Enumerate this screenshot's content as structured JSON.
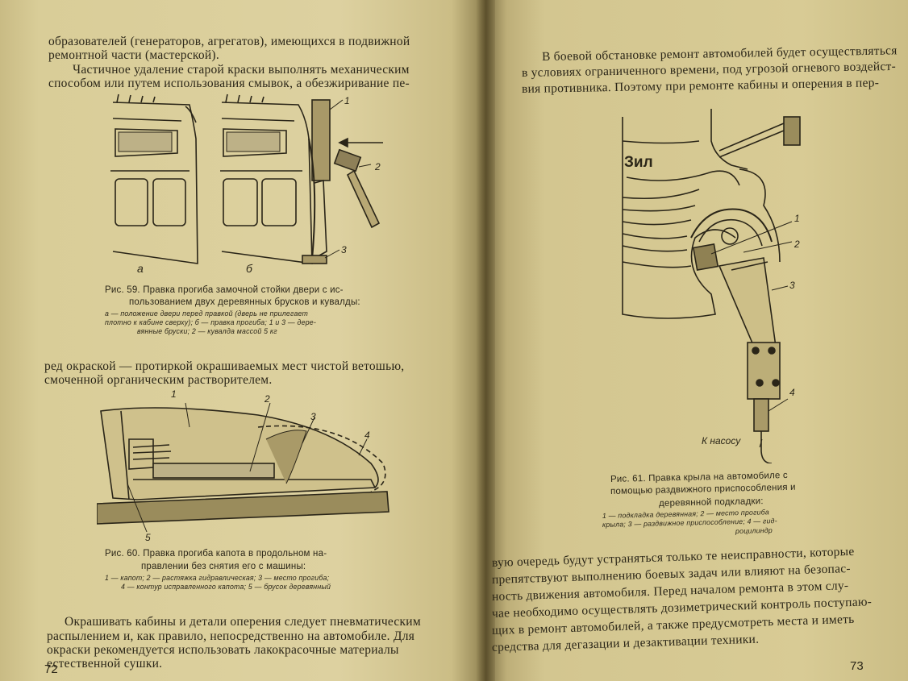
{
  "left_page": {
    "lines_top": [
      "образователей (генераторов, агрегатов), имеющихся в подвижной",
      "ремонтной части (мастерской).",
      "Частичное удаление старой краски выполнять механическим",
      "способом или путем использования смывок, а обезжиривание пе-"
    ],
    "fig59": {
      "label_a": "а",
      "label_b": "б",
      "callout_1": "1",
      "callout_2": "2",
      "callout_3": "3",
      "caption_lines": [
        "Рис. 59. Правка прогиба замочной стойки двери с ис-",
        "пользованием двух деревянных брусков и кувалды:"
      ],
      "legend_lines": [
        "а — положение двери перед правкой (дверь не прилегает",
        "плотно к кабине сверху); б — правка прогиба; 1 и 3 — дере-",
        "вянные бруски; 2 — кувалда массой 5 кг"
      ]
    },
    "lines_mid": [
      "ред окраской — протиркой окрашиваемых мест чистой ветошью,",
      "смоченной органическим растворителем."
    ],
    "fig60": {
      "callout_1": "1",
      "callout_2": "2",
      "callout_3": "3",
      "callout_4": "4",
      "callout_5": "5",
      "caption_lines": [
        "Рис. 60. Правка прогиба капота в продольном на-",
        "правлении без снятия его с машины:"
      ],
      "legend_lines": [
        "1 — капот; 2 — растяжка гидравлическая; 3 — место прогиба;",
        "4 — контур исправленного капота; 5 — брусок деревянный"
      ]
    },
    "lines_bottom": [
      "Окрашивать кабины и детали оперения следует пневматическим",
      "распылением и, как правило, непосредственно на автомобиле. Для",
      "окраски рекомендуется использовать лакокрасочные материалы",
      "естественной сушки."
    ],
    "page_number": "72"
  },
  "right_page": {
    "lines_top": [
      "В боевой обстановке ремонт автомобилей будет осуществляться",
      "в условиях ограниченного времени, под угрозой огневого воздейст-",
      "вия противника. Поэтому при ремонте кабины и оперения в пер-"
    ],
    "fig61": {
      "brand_text": "Зил",
      "callout_1": "1",
      "callout_2": "2",
      "callout_3": "3",
      "callout_4": "4",
      "pump_label": "К насосу",
      "caption_lines": [
        "Рис. 61. Правка крыла на автомобиле с",
        "помощью раздвижного приспособления и",
        "деревянной подкладки:"
      ],
      "legend_lines": [
        "1 — подкладка деревянная; 2 — место прогиба",
        "крыла; 3 — раздвижное приспособление; 4 — гид-",
        "роцилиндр"
      ]
    },
    "lines_bottom": [
      "вую очередь будут устраняться только те неисправности, которые",
      "препятствуют выполнению боевых задач или влияют на безопас-",
      "ность движения автомобиля. Перед началом ремонта в этом слу-",
      "чае необходимо осуществлять дозиметрический контроль поступаю-",
      "щих в ремонт автомобилей, а также предусмотреть места и иметь",
      "средства для дегазации и дезактивации техники."
    ],
    "page_number": "73"
  }
}
